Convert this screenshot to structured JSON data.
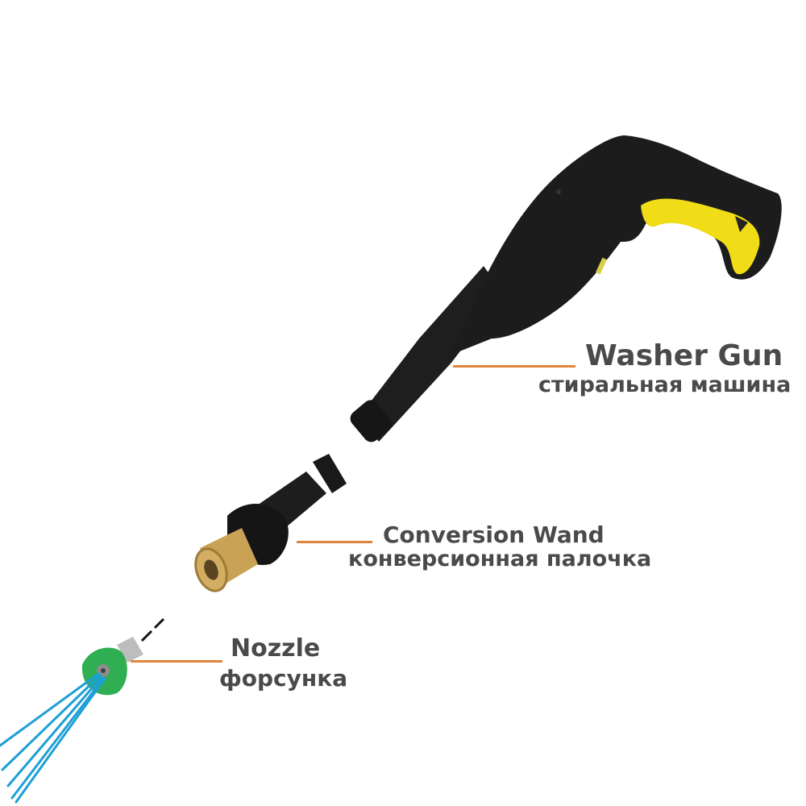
{
  "diagram": {
    "type": "exploded product assembly",
    "background": "#ffffff",
    "leader_color": "#e0853e",
    "text_color": "#4a4a4a",
    "parts": [
      {
        "id": "washer-gun",
        "label_en": "Washer Gun",
        "label_ru": "стиральная машина",
        "color_body": "#1f1f1f",
        "color_accent": "#f2df1a"
      },
      {
        "id": "conversion-wand",
        "label_en": "Conversion Wand",
        "label_ru": "конверсионная палочка",
        "color_body": "#202020",
        "color_accent": "#c9a255"
      },
      {
        "id": "nozzle",
        "label_en": "Nozzle",
        "label_ru": "форсунка",
        "color_body": "#2fa84f",
        "color_accent": "#b8b8b8",
        "spray_color": "#1e9fd6"
      }
    ]
  }
}
